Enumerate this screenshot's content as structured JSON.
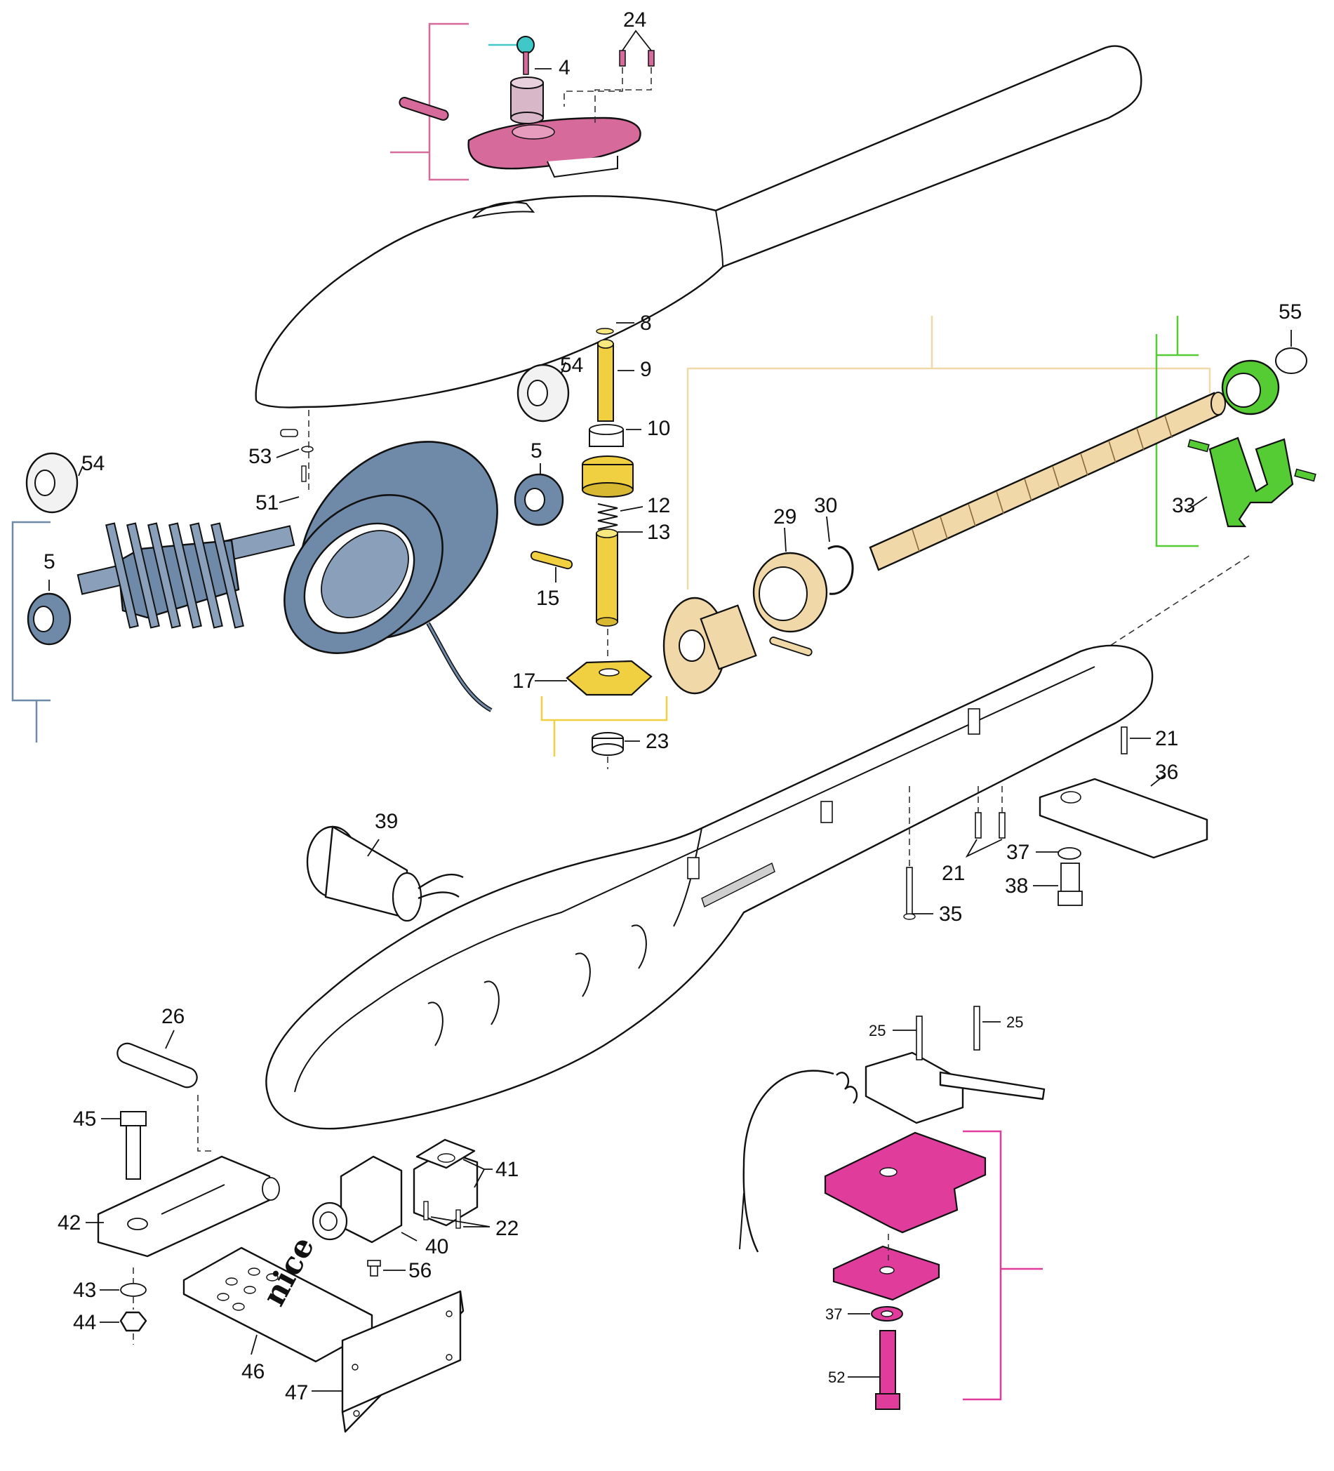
{
  "labels": {
    "p24": "24",
    "p4": "4",
    "p8": "8",
    "p9": "9",
    "p10": "10",
    "p54a": "54",
    "p54b": "54",
    "p5a": "5",
    "p5b": "5",
    "p53": "53",
    "p51": "51",
    "p12": "12",
    "p13": "13",
    "p15": "15",
    "p17": "17",
    "p23": "23",
    "p29": "29",
    "p30": "30",
    "p55": "55",
    "p33": "33",
    "p21a": "21",
    "p21b": "21",
    "p36": "36",
    "p37a": "37",
    "p38": "38",
    "p35": "35",
    "p39": "39",
    "p26": "26",
    "p45": "45",
    "p42": "42",
    "p43": "43",
    "p44": "44",
    "p46": "46",
    "p47": "47",
    "p41": "41",
    "p22": "22",
    "p40": "40",
    "p56": "56",
    "p25a": "25",
    "p25b": "25",
    "p37b": "37",
    "p52": "52"
  },
  "brand_text": "nice",
  "colors": {
    "pink_group": "#d66a9a",
    "blue_group": "#6f8aa8",
    "yellow_group": "#f0d040",
    "tan_group": "#f0d8a8",
    "green_group": "#55cc33",
    "magenta_group": "#e03c9c",
    "cyan_key": "#40c8c8"
  }
}
